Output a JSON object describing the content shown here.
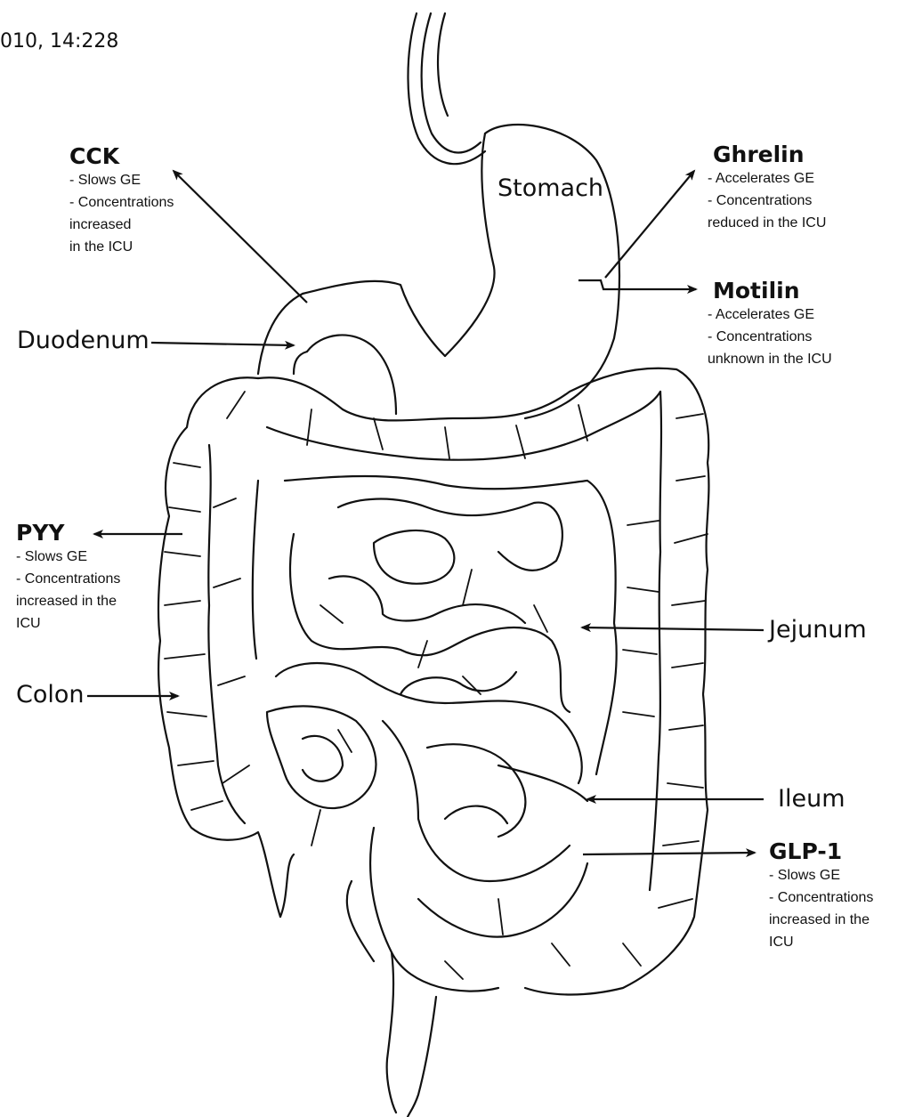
{
  "citation": "010, 14:228",
  "organs": {
    "stomach": "Stomach",
    "duodenum": "Duodenum",
    "jejunum": "Jejunum",
    "colon": "Colon",
    "ileum": "Ileum"
  },
  "hormones": {
    "cck": {
      "name": "CCK",
      "lines": [
        "- Slows GE",
        "- Concentrations",
        "increased",
        "in the ICU"
      ]
    },
    "ghrelin": {
      "name": "Ghrelin",
      "lines": [
        "- Accelerates GE",
        "- Concentrations",
        "reduced in the ICU"
      ]
    },
    "motilin": {
      "name": "Motilin",
      "lines": [
        "- Accelerates GE",
        "- Concentrations",
        "unknown in the ICU"
      ]
    },
    "pyy": {
      "name": "PYY",
      "lines": [
        "- Slows GE",
        "- Concentrations",
        "increased in the",
        "ICU"
      ]
    },
    "glp1": {
      "name": "GLP-1",
      "lines": [
        "- Slows GE",
        "- Concentrations",
        "increased in the",
        "ICU"
      ]
    }
  }
}
